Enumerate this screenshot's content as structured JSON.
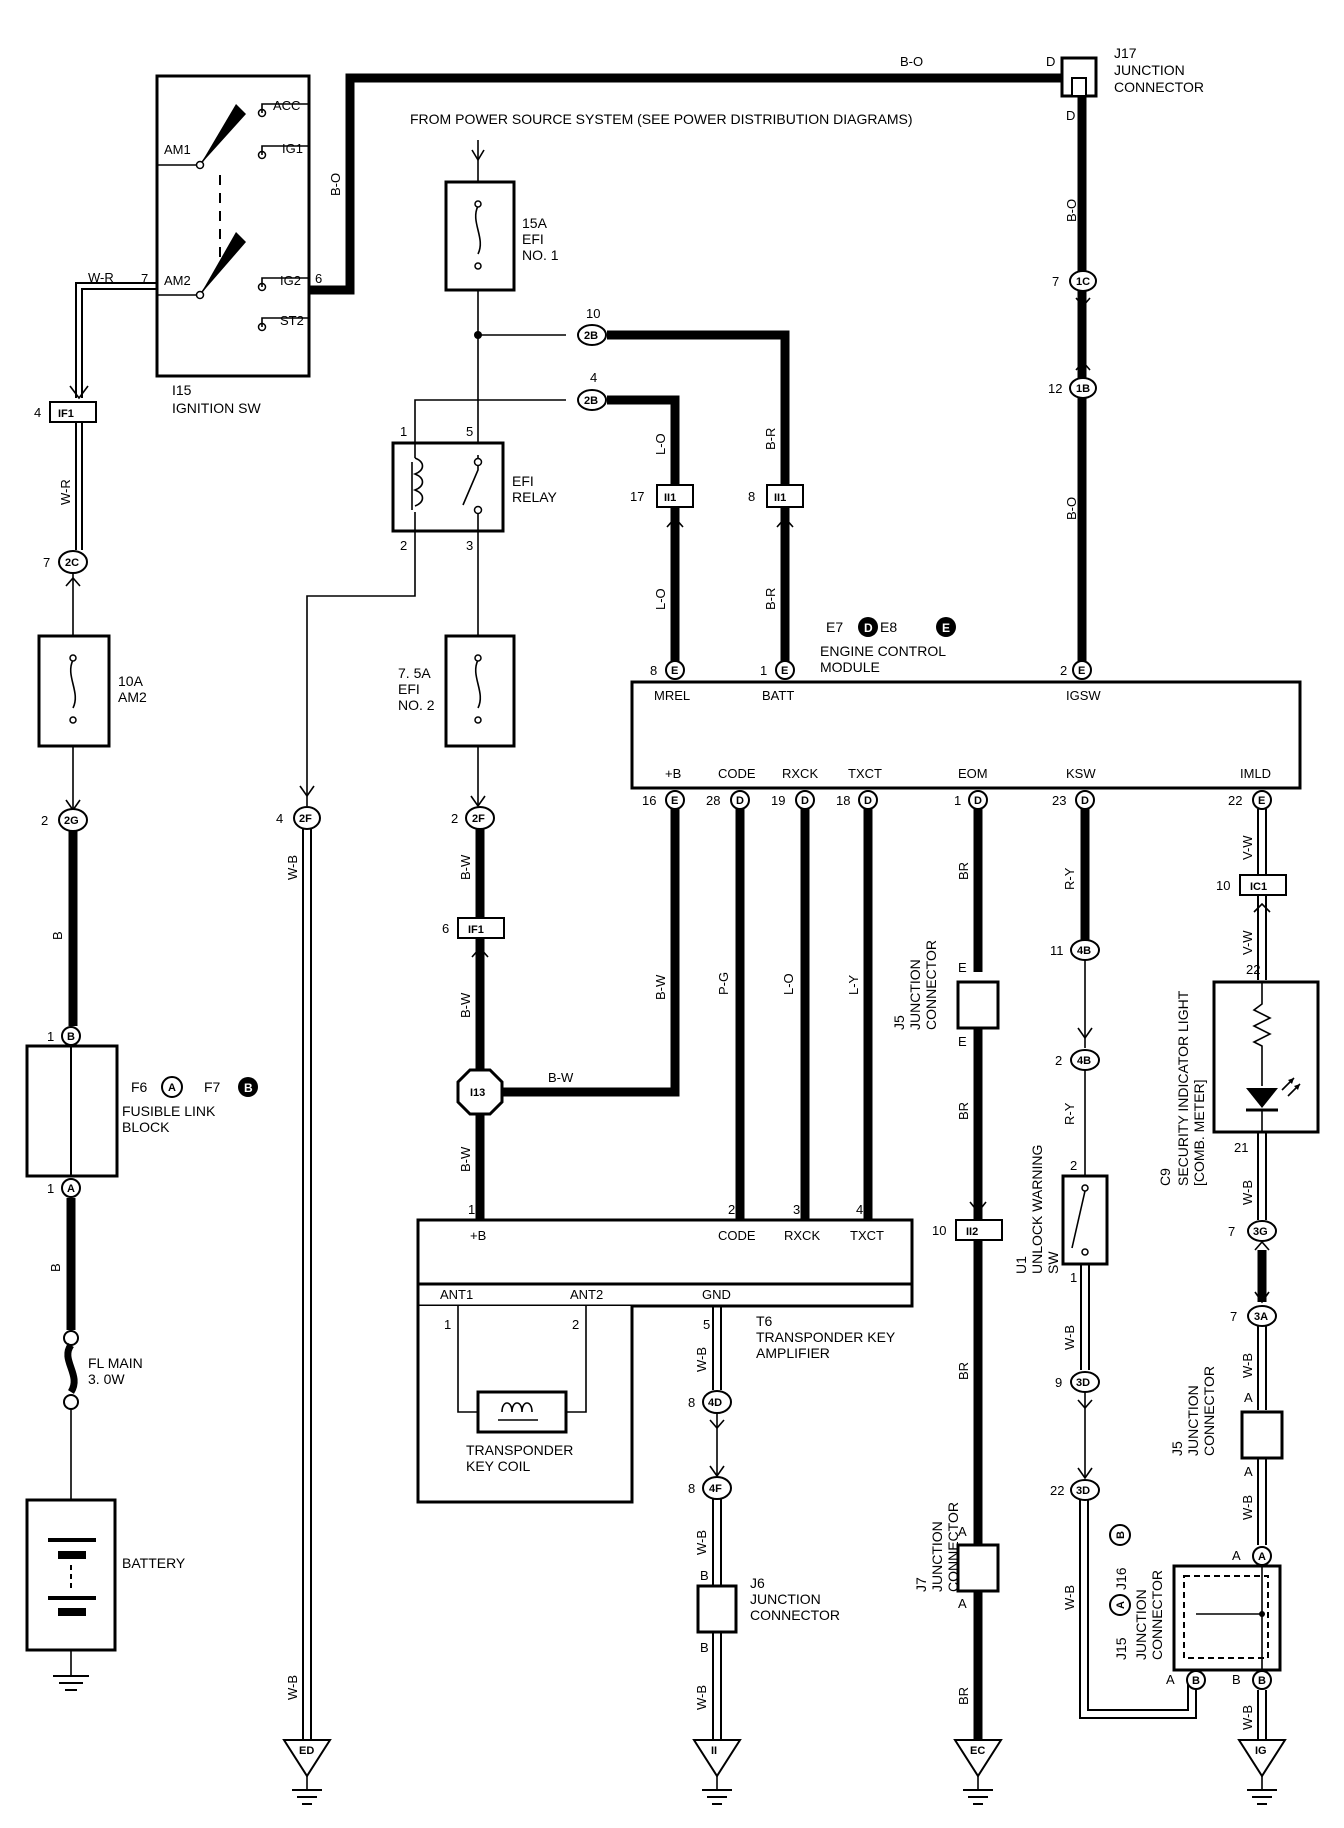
{
  "header": {
    "power_source": "FROM POWER SOURCE SYSTEM (SEE POWER DISTRIBUTION DIAGRAMS)"
  },
  "ignition_sw": {
    "id": "I15",
    "name": "IGNITION SW",
    "terms": [
      "ACC",
      "AM1",
      "IG1",
      "AM2",
      "IG2",
      "ST2"
    ],
    "pins": {
      "am2": "7",
      "ig2": "6"
    }
  },
  "j17": {
    "id": "J17",
    "name1": "JUNCTION",
    "name2": "CONNECTOR",
    "pin_top": "D",
    "pin_bottom": "D"
  },
  "fuses": {
    "efi1": {
      "amp": "15A",
      "name1": "EFI",
      "name2": "NO. 1"
    },
    "am2": {
      "amp": "10A",
      "name1": "AM2"
    },
    "efi2": {
      "amp": "7. 5A",
      "name1": "EFI",
      "name2": "NO. 2"
    },
    "fl_main": {
      "name1": "FL MAIN",
      "name2": "3. 0W"
    }
  },
  "efi_relay": {
    "name1": "EFI",
    "name2": "RELAY",
    "pins": [
      "1",
      "5",
      "2",
      "3"
    ]
  },
  "ecm": {
    "refs": [
      {
        "text": "E7",
        "badge": "D"
      },
      {
        "text": "E8",
        "badge": "E"
      }
    ],
    "name1": "ENGINE CONTROL",
    "name2": "MODULE",
    "top_terms": [
      "MREL",
      "BATT",
      "IGSW"
    ],
    "top_pins": [
      {
        "num": "8",
        "conn": "E"
      },
      {
        "num": "1",
        "conn": "E"
      },
      {
        "num": "2",
        "conn": "E"
      }
    ],
    "bottom_terms": [
      "+B",
      "CODE",
      "RXCK",
      "TXCT",
      "EOM",
      "KSW",
      "IMLD"
    ],
    "bottom_pins": [
      {
        "num": "16",
        "conn": "E"
      },
      {
        "num": "28",
        "conn": "D"
      },
      {
        "num": "19",
        "conn": "D"
      },
      {
        "num": "18",
        "conn": "D"
      },
      {
        "num": "1",
        "conn": "D"
      },
      {
        "num": "23",
        "conn": "D"
      },
      {
        "num": "22",
        "conn": "E"
      }
    ]
  },
  "fusible_link": {
    "refs": [
      {
        "text": "F6",
        "badge": "A"
      },
      {
        "text": "F7",
        "badge": "B"
      }
    ],
    "name1": "FUSIBLE LINK",
    "name2": "BLOCK",
    "pin_top": {
      "num": "1",
      "conn": "B"
    },
    "pin_bottom": {
      "num": "1",
      "conn": "A"
    }
  },
  "battery": {
    "name": "BATTERY"
  },
  "transponder_amp": {
    "id": "T6",
    "name1": "TRANSPONDER KEY",
    "name2": "AMPLIFIER",
    "terms": [
      "+B",
      "CODE",
      "RXCK",
      "TXCT",
      "ANT1",
      "ANT2",
      "GND"
    ],
    "pins": [
      "1",
      "2",
      "3",
      "4",
      "1",
      "2",
      "5"
    ]
  },
  "key_coil": {
    "name1": "TRANSPONDER",
    "name2": "KEY COIL"
  },
  "inline_connectors": {
    "if1_top": {
      "pin": "4",
      "label": "IF1"
    },
    "c2c": {
      "pin": "7",
      "label": "2C"
    },
    "c2g": {
      "pin": "2",
      "label": "2G"
    },
    "c2b_10": {
      "pin": "10",
      "label": "2B"
    },
    "c2b_4": {
      "pin": "4",
      "label": "2B"
    },
    "ii1_17": {
      "pin": "17",
      "label": "II1"
    },
    "ii1_8": {
      "pin": "8",
      "label": "II1"
    },
    "c1c": {
      "pin": "7",
      "label": "1C"
    },
    "c1b": {
      "pin": "12",
      "label": "1B"
    },
    "c2f_4": {
      "pin": "4",
      "label": "2F"
    },
    "c2f_2": {
      "pin": "2",
      "label": "2F"
    },
    "if1_6": {
      "pin": "6",
      "label": "IF1"
    },
    "i13": {
      "label": "I13"
    },
    "ic1": {
      "pin": "10",
      "label": "IC1"
    },
    "c4b_11": {
      "pin": "11",
      "label": "4B"
    },
    "c4b_2": {
      "pin": "2",
      "label": "4B"
    },
    "ii2": {
      "pin": "10",
      "label": "II2"
    },
    "c3g": {
      "pin": "7",
      "label": "3G"
    },
    "c3a": {
      "pin": "7",
      "label": "3A"
    },
    "c3d_9": {
      "pin": "9",
      "label": "3D"
    },
    "c3d_22": {
      "pin": "22",
      "label": "3D"
    },
    "c4d": {
      "pin": "8",
      "label": "4D"
    },
    "c4f": {
      "pin": "8",
      "label": "4F"
    }
  },
  "j5_upper": {
    "id": "J5",
    "name1": "JUNCTION",
    "name2": "CONNECTOR",
    "pin": "E"
  },
  "j7": {
    "id": "J7",
    "name1": "JUNCTION",
    "name2": "CONNECTOR",
    "pin": "A"
  },
  "j6": {
    "id": "J6",
    "name1": "JUNCTION",
    "name2": "CONNECTOR",
    "pin": "B"
  },
  "j5_lower": {
    "id": "J5",
    "name1": "JUNCTION",
    "name2": "CONNECTOR",
    "pin": "A"
  },
  "j15_j16": {
    "refs": [
      {
        "text": "J15",
        "badge": "A"
      },
      {
        "text": "J16",
        "badge": "B"
      }
    ],
    "name1": "JUNCTION",
    "name2": "CONNECTOR",
    "pins": [
      "A",
      "B",
      "A",
      "A",
      "B",
      "B"
    ]
  },
  "unlock_sw": {
    "id": "U1",
    "name1": "UNLOCK WARNING",
    "name2": "SW",
    "pins": [
      "2",
      "1"
    ]
  },
  "security_light": {
    "id": "C9",
    "name1": "SECURITY INDICATOR LIGHT",
    "name2": "[COMB. METER]",
    "pins": [
      "22",
      "21"
    ]
  },
  "grounds": [
    "ED",
    "II",
    "EC",
    "IG"
  ],
  "wire_colors": {
    "b_o": "B-O",
    "w_r": "W-R",
    "b": "B",
    "l_o": "L-O",
    "b_r": "B-R",
    "b_w": "B-W",
    "w_b": "W-B",
    "p_g": "P-G",
    "l_y": "L-Y",
    "br": "BR",
    "r_y": "R-Y",
    "v_w": "V-W"
  }
}
